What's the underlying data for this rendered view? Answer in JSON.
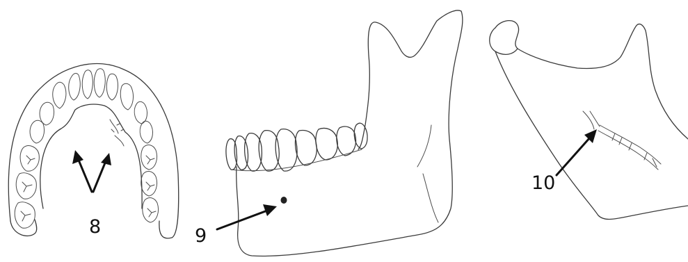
{
  "labels": {
    "dental_arch": "8",
    "mental_foramen": "9",
    "mandibular_foramen": "10"
  }
}
